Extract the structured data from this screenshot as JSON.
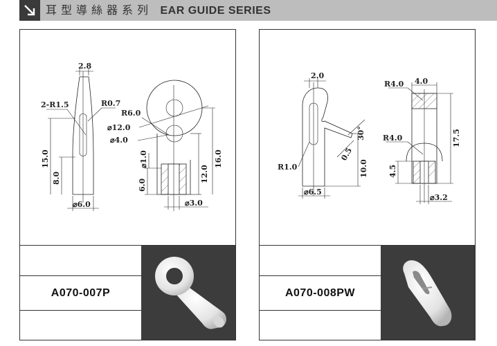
{
  "header": {
    "title_cn": "耳型導絲器系列",
    "title_en": "EAR GUIDE SERIES"
  },
  "products": [
    {
      "model": "A070-007P",
      "dims": {
        "d1": "2.8",
        "d2": "2-R1.5",
        "d3": "R0.7",
        "d4": "15.0",
        "d5": "8.0",
        "d6": "⌀6.0",
        "d7": "R6.0",
        "d8": "⌀12.0",
        "d9": "⌀4.0",
        "d10": "⌀1.0",
        "d11": "6.0",
        "d12": "12.0",
        "d13": "16.0",
        "d14": "⌀3.0"
      }
    },
    {
      "model": "A070-008PW",
      "dims": {
        "d1": "2.0",
        "d2": "R1.0",
        "d3": "30°",
        "d4": "0.5",
        "d5": "10.0",
        "d6": "⌀6.5",
        "d7": "R4.0",
        "d8": "4.0",
        "d9": "R4.0",
        "d10": "17.5",
        "d11": "4.5",
        "d12": "⌀3.2"
      }
    }
  ],
  "colors": {
    "header_bg": "#bdbdbd",
    "arrow_box": "#3a3a3a",
    "photo_bg": "#3c3c3c"
  }
}
